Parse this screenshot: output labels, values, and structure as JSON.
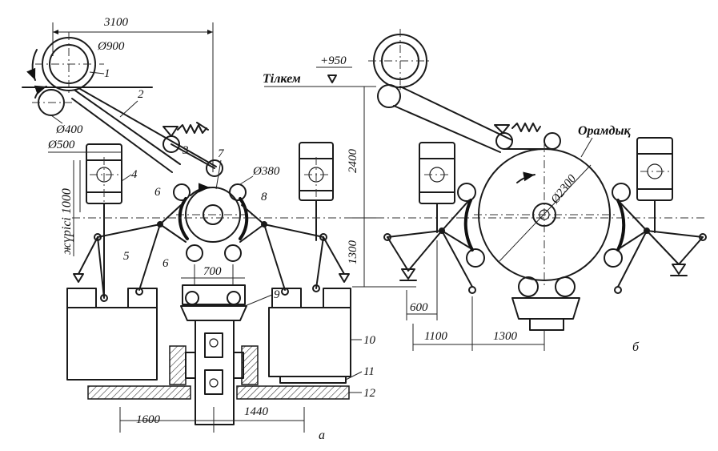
{
  "dimensions": {
    "top_width": "3100",
    "winding_drum_dia": "Ø900",
    "guide_roll_dia": "Ø400",
    "cylinder_dia": "Ø500",
    "work_roll_dia": "Ø380",
    "stroke": "жүрісі 1000",
    "center_dist_left": "700",
    "base_left": "1600",
    "base_right": "1440",
    "level_mark": "+950",
    "height_upper": "2400",
    "height_lower": "1300",
    "drum_dia": "Ø2300",
    "b_dim_600": "600",
    "b_dim_1100": "1100",
    "b_dim_1300": "1300"
  },
  "labels": {
    "level_name": "Тілкем",
    "drum_name": "Орамдық",
    "variant_a": "а",
    "variant_b": "б"
  },
  "callouts": [
    "1",
    "2",
    "3",
    "4",
    "5",
    "6",
    "7",
    "8",
    "6",
    "9",
    "10",
    "11",
    "12"
  ]
}
